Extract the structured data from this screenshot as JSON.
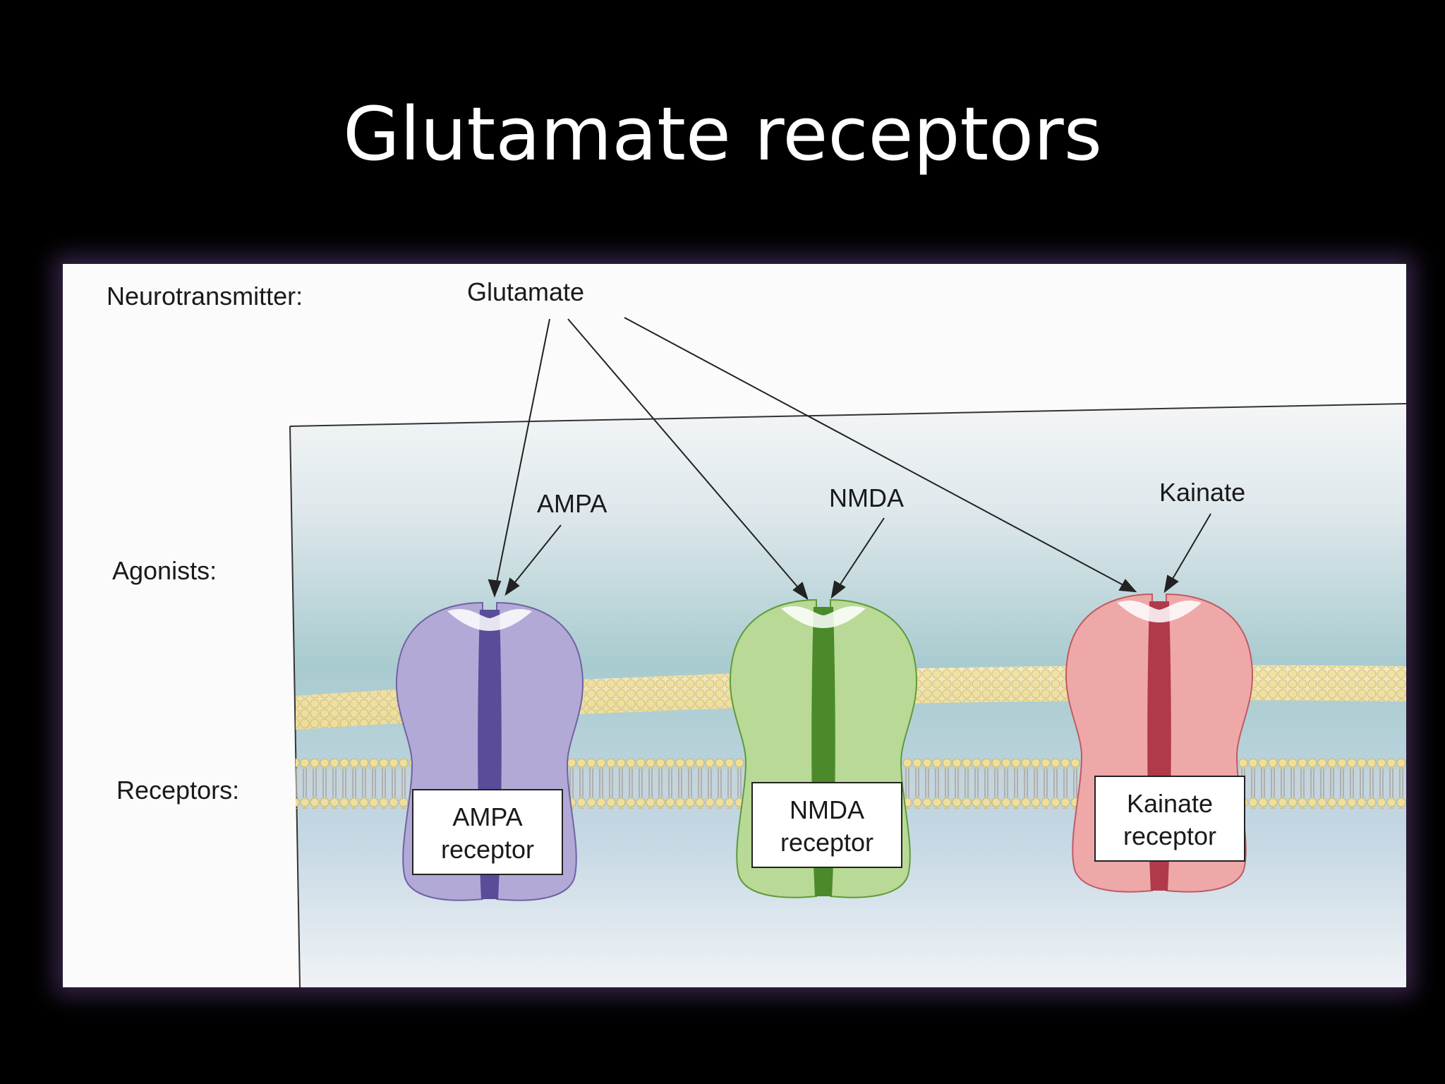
{
  "slide": {
    "title": "Glutamate receptors"
  },
  "figure": {
    "row_labels": {
      "neurotransmitter": "Neurotransmitter:",
      "agonists": "Agonists:",
      "receptors": "Receptors:"
    },
    "neurotransmitter": "Glutamate",
    "receptors": [
      {
        "agonist": "AMPA",
        "label_line1": "AMPA",
        "label_line2": "receptor",
        "color": "#b3a9d6",
        "channel_color": "#5a4c99"
      },
      {
        "agonist": "NMDA",
        "label_line1": "NMDA",
        "label_line2": "receptor",
        "color": "#b9d996",
        "channel_color": "#4a8a2a"
      },
      {
        "agonist": "Kainate",
        "label_line1": "Kainate",
        "label_line2": "receptor",
        "color": "#eea8a8",
        "channel_color": "#b03a4a"
      }
    ]
  }
}
